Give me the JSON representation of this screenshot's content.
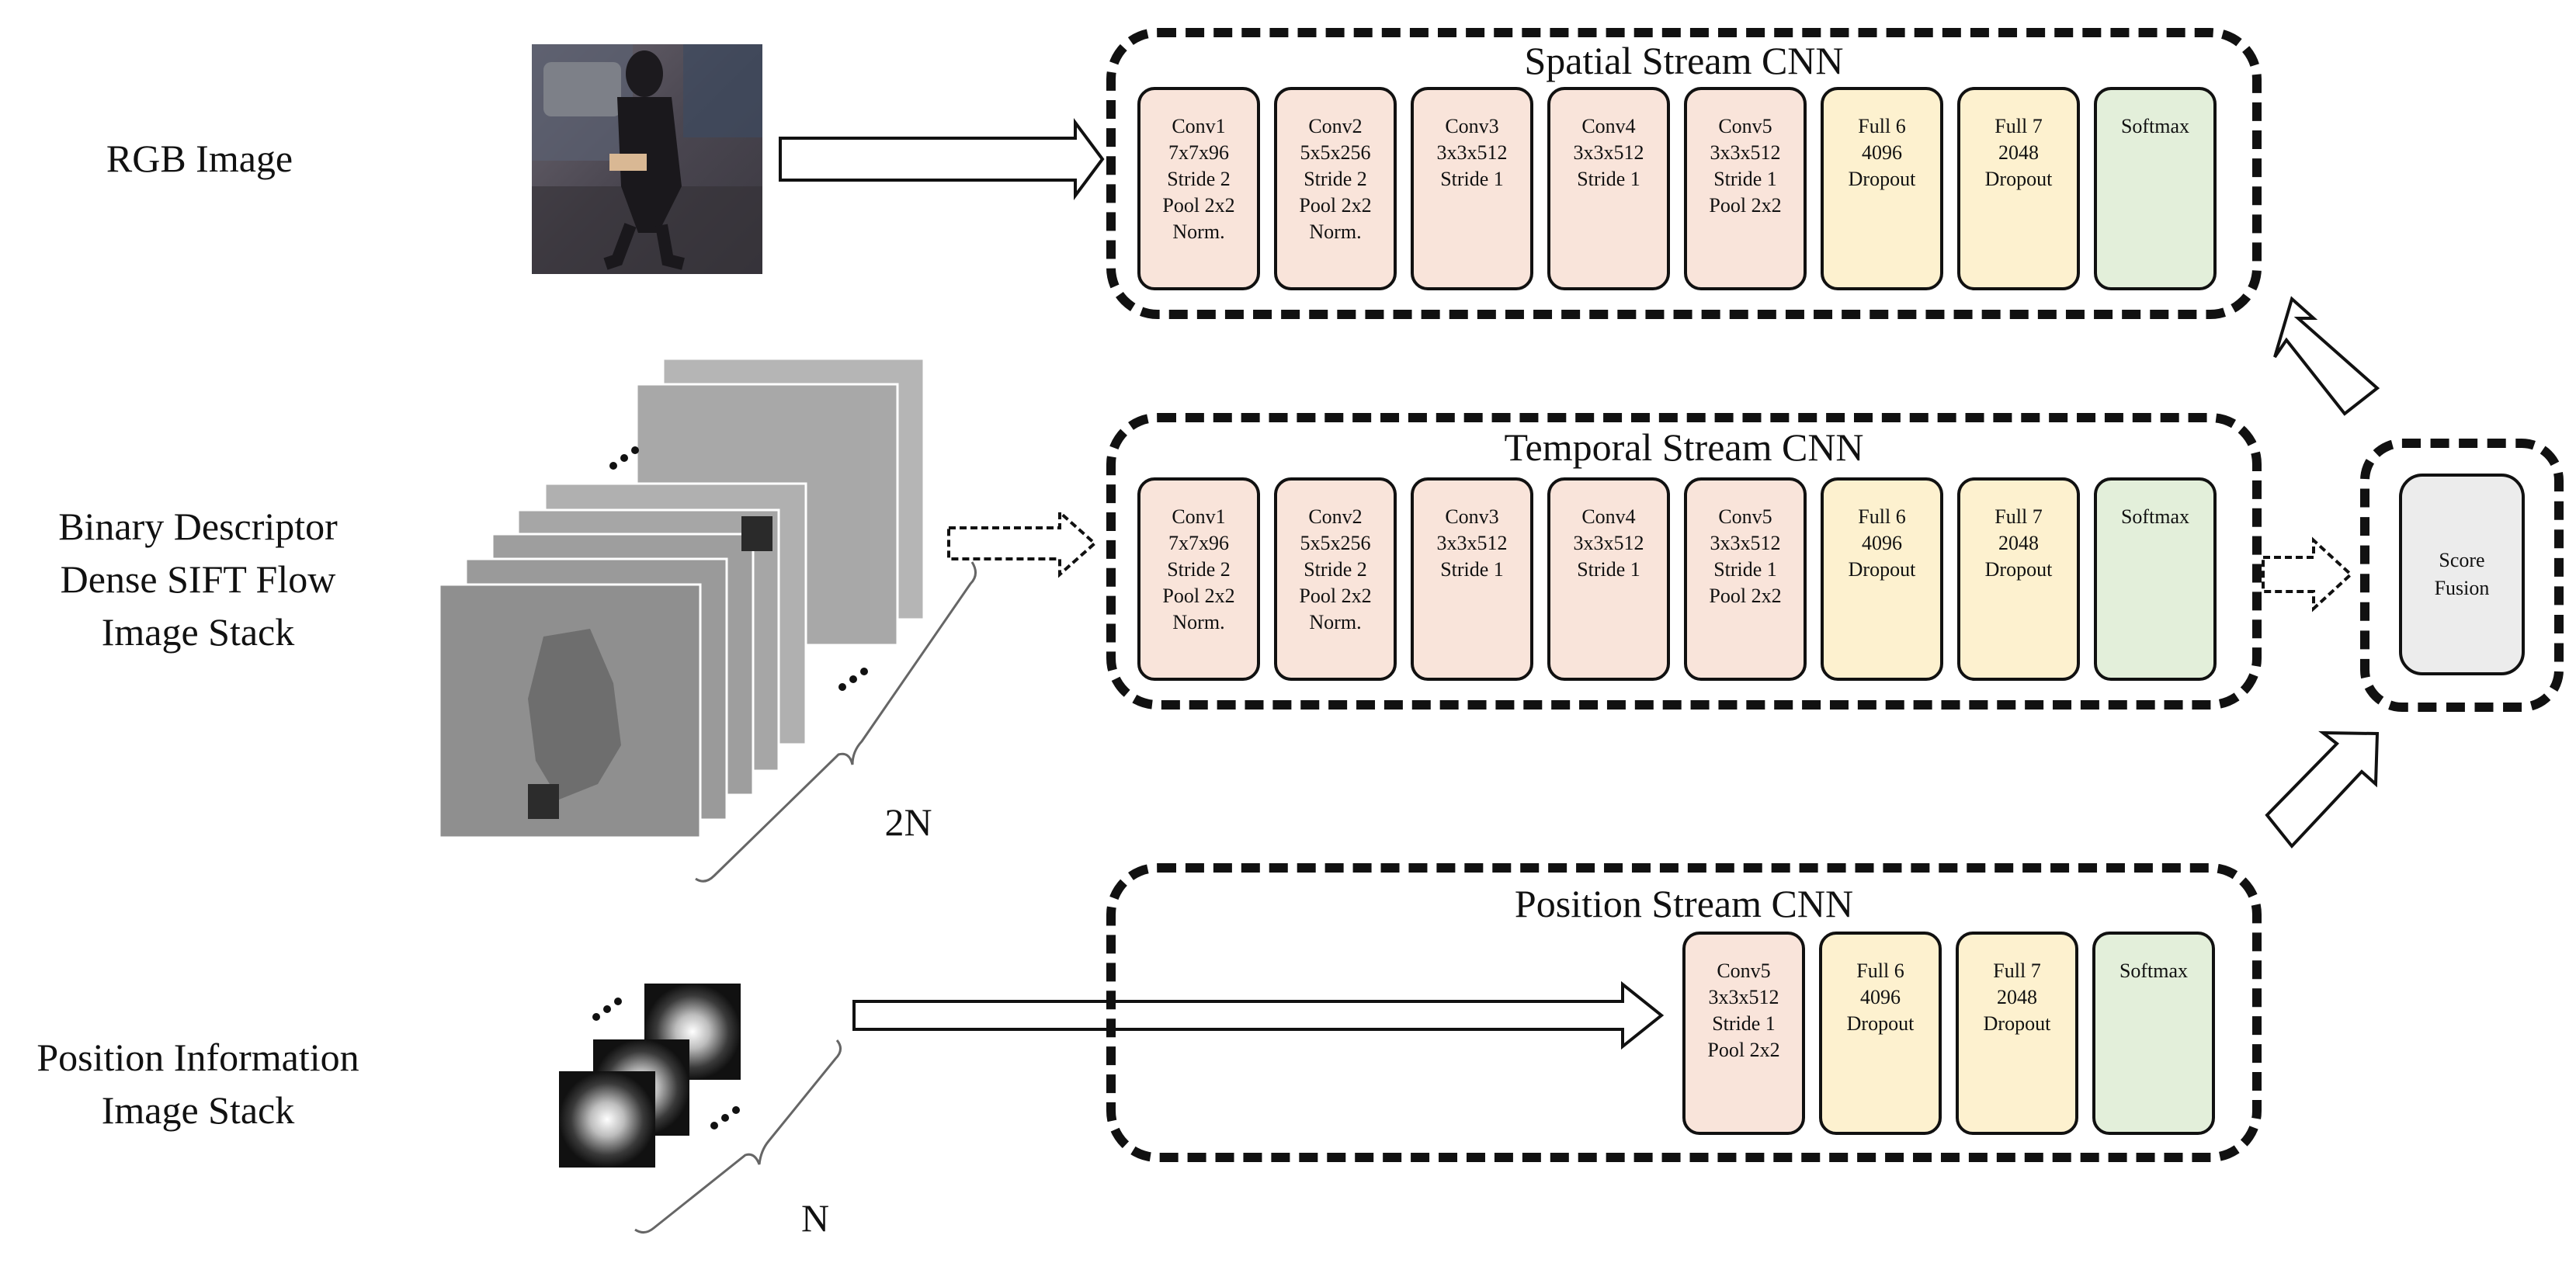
{
  "inputs": {
    "rgb_label": "RGB Image",
    "flow_label_lines": [
      "Binary Descriptor",
      "Dense SIFT Flow",
      "Image Stack"
    ],
    "position_label_lines": [
      "Position Information",
      "Image Stack"
    ],
    "flow_count_label": "2N",
    "position_count_label": "N"
  },
  "streams": [
    {
      "title": "Spatial Stream CNN",
      "layers": [
        {
          "kind": "conv",
          "lines": [
            "Conv1",
            "7x7x96",
            "Stride 2",
            "Pool 2x2",
            "Norm."
          ]
        },
        {
          "kind": "conv",
          "lines": [
            "Conv2",
            "5x5x256",
            "Stride 2",
            "Pool 2x2",
            "Norm."
          ]
        },
        {
          "kind": "conv",
          "lines": [
            "Conv3",
            "3x3x512",
            "Stride 1"
          ]
        },
        {
          "kind": "conv",
          "lines": [
            "Conv4",
            "3x3x512",
            "Stride 1"
          ]
        },
        {
          "kind": "conv",
          "lines": [
            "Conv5",
            "3x3x512",
            "Stride 1",
            "Pool 2x2"
          ]
        },
        {
          "kind": "full",
          "lines": [
            "Full 6",
            "4096",
            "Dropout"
          ]
        },
        {
          "kind": "full",
          "lines": [
            "Full 7",
            "2048",
            "Dropout"
          ]
        },
        {
          "kind": "soft",
          "lines": [
            "Softmax"
          ]
        }
      ]
    },
    {
      "title": "Temporal Stream CNN",
      "layers": [
        {
          "kind": "conv",
          "lines": [
            "Conv1",
            "7x7x96",
            "Stride 2",
            "Pool 2x2",
            "Norm."
          ]
        },
        {
          "kind": "conv",
          "lines": [
            "Conv2",
            "5x5x256",
            "Stride 2",
            "Pool 2x2",
            "Norm."
          ]
        },
        {
          "kind": "conv",
          "lines": [
            "Conv3",
            "3x3x512",
            "Stride 1"
          ]
        },
        {
          "kind": "conv",
          "lines": [
            "Conv4",
            "3x3x512",
            "Stride 1"
          ]
        },
        {
          "kind": "conv",
          "lines": [
            "Conv5",
            "3x3x512",
            "Stride 1",
            "Pool 2x2"
          ]
        },
        {
          "kind": "full",
          "lines": [
            "Full 6",
            "4096",
            "Dropout"
          ]
        },
        {
          "kind": "full",
          "lines": [
            "Full 7",
            "2048",
            "Dropout"
          ]
        },
        {
          "kind": "soft",
          "lines": [
            "Softmax"
          ]
        }
      ]
    },
    {
      "title": "Position Stream CNN",
      "layers": [
        {
          "kind": "conv",
          "lines": [
            "Conv5",
            "3x3x512",
            "Stride 1",
            "Pool 2x2"
          ]
        },
        {
          "kind": "full",
          "lines": [
            "Full 6",
            "4096",
            "Dropout"
          ]
        },
        {
          "kind": "full",
          "lines": [
            "Full 7",
            "2048",
            "Dropout"
          ]
        },
        {
          "kind": "soft",
          "lines": [
            "Softmax"
          ]
        }
      ]
    }
  ],
  "fusion": {
    "lines": [
      "Score",
      "Fusion"
    ]
  },
  "colors": {
    "conv": "#f9e4da",
    "full": "#fdf1cf",
    "softmax": "#e3efda",
    "fusion": "#ececec"
  }
}
